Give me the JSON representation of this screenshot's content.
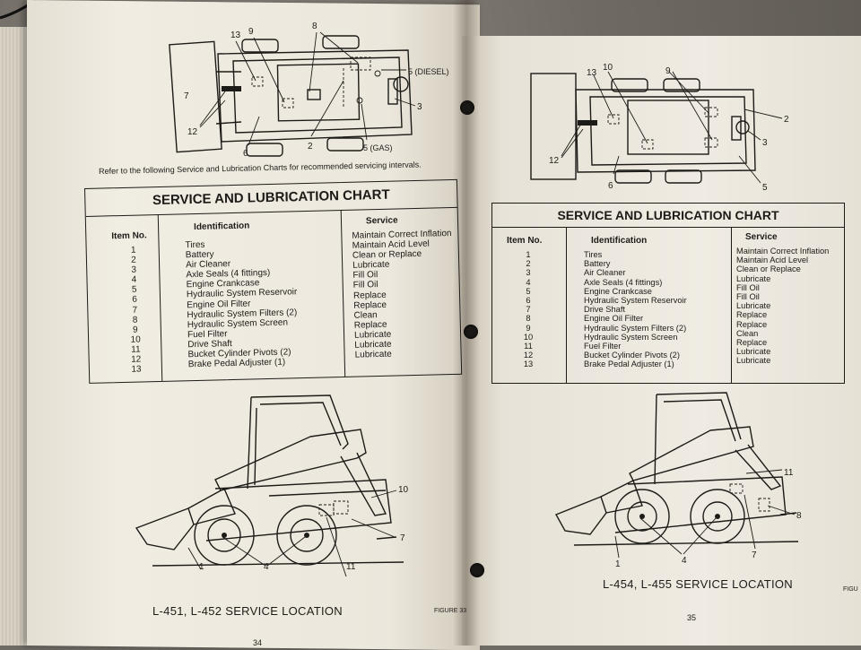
{
  "left_page": {
    "top_diagram_labels": {
      "n13": "13",
      "n9": "9",
      "n8": "8",
      "n5_diesel": "5 (DIESEL)",
      "n3": "3",
      "n7": "7",
      "n12": "12",
      "n6": "6",
      "n2": "2",
      "n5_gas": "5 (GAS)"
    },
    "refer_text": "Refer to the following Service and Lubrication Charts for recommended servicing intervals.",
    "chart": {
      "title": "SERVICE AND LUBRICATION CHART",
      "col_item": "Item No.",
      "col_ident": "Identification",
      "col_service": "Service",
      "item_numbers": "1\n2\n3\n4\n5\n6\n7\n8\n9\n10\n11\n12\n13",
      "identifications": "Tires\nBattery\nAir Cleaner\nAxle Seals (4 fittings)\nEngine Crankcase\nHydraulic System Reservoir\nEngine Oil Filter\nHydraulic System Filters (2)\nHydraulic System Screen\nFuel Filter\nDrive Shaft\nBucket Cylinder Pivots (2)\nBrake Pedal Adjuster (1)",
      "services": "Maintain Correct Inflation\nMaintain Acid Level\nClean or Replace\nLubricate\nFill Oil\nFill Oil\nReplace\nReplace\nClean\nReplace\nLubricate\nLubricate\nLubricate"
    },
    "bottom_diagram_labels": {
      "n10": "10",
      "n7": "7",
      "n1": "1",
      "n4": "4",
      "n11": "11"
    },
    "caption": "L-451, L-452 SERVICE LOCATION",
    "figure": "FIGURE 33",
    "page_number": "34"
  },
  "right_page": {
    "top_diagram_labels": {
      "n13": "13",
      "n10": "10",
      "n9": "9",
      "n2": "2",
      "n3": "3",
      "n12": "12",
      "n6": "6",
      "n5": "5"
    },
    "chart": {
      "title": "SERVICE AND LUBRICATION CHART",
      "col_item": "Item No.",
      "col_ident": "Identification",
      "col_service": "Service",
      "item_numbers": "1\n2\n3\n4\n5\n6\n7\n8\n9\n10\n11\n12\n13",
      "identifications": "Tires\nBattery\nAir Cleaner\nAxle Seals (4 fittings)\nEngine Crankcase\nHydraulic System Reservoir\nDrive Shaft\nEngine Oil Filter\nHydraulic System Filters (2)\nHydraulic System Screen\nFuel Filter\nBucket Cylinder Pivots (2)\nBrake Pedal Adjuster (1)",
      "services": "Maintain Correct Inflation\nMaintain Acid Level\nClean or Replace\nLubricate\nFill Oil\nFill Oil\nLubricate\nReplace\nReplace\nClean\nReplace\nLubricate\nLubricate"
    },
    "bottom_diagram_labels": {
      "n11": "11",
      "n8": "8",
      "n1": "1",
      "n4": "4",
      "n7": "7"
    },
    "caption": "L-454, L-455 SERVICE LOCATION",
    "figure": "FIGU",
    "page_number": "35"
  }
}
